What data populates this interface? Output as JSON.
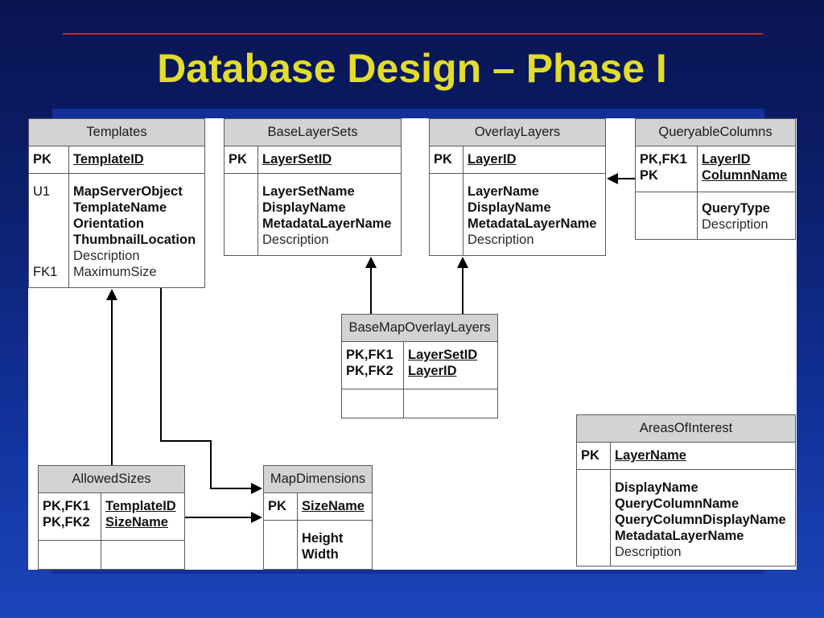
{
  "slide": {
    "title": "Database Design – Phase I"
  },
  "colors": {
    "background_top": "#091451",
    "background_bottom": "#1b45ba",
    "title_text": "#e3dc2c",
    "rule": "#c8281e",
    "diagram_background": "#ffffff",
    "table_header_fill": "#d3d3d3",
    "table_border": "#5a5a5a"
  },
  "tables": {
    "templates": {
      "name": "Templates",
      "keys": [
        {
          "tag": "PK",
          "field": "TemplateID"
        }
      ],
      "attributes": [
        {
          "tag": "U1",
          "field": "MapServerObject"
        },
        {
          "field": "TemplateName"
        },
        {
          "field": "Orientation"
        },
        {
          "field": "ThumbnailLocation"
        },
        {
          "field": "Description"
        },
        {
          "tag": "FK1",
          "field": "MaximumSize"
        }
      ]
    },
    "base_layer_sets": {
      "name": "BaseLayerSets",
      "keys": [
        {
          "tag": "PK",
          "field": "LayerSetID"
        }
      ],
      "attributes": [
        {
          "field": "LayerSetName"
        },
        {
          "field": "DisplayName"
        },
        {
          "field": "MetadataLayerName"
        },
        {
          "field": "Description"
        }
      ]
    },
    "overlay_layers": {
      "name": "OverlayLayers",
      "keys": [
        {
          "tag": "PK",
          "field": "LayerID"
        }
      ],
      "attributes": [
        {
          "field": "LayerName"
        },
        {
          "field": "DisplayName"
        },
        {
          "field": "MetadataLayerName"
        },
        {
          "field": "Description"
        }
      ]
    },
    "queryable_columns": {
      "name": "QueryableColumns",
      "keys": [
        {
          "tag": "PK,FK1",
          "field": "LayerID"
        },
        {
          "tag": "PK",
          "field": "ColumnName"
        }
      ],
      "attributes": [
        {
          "field": "QueryType"
        },
        {
          "field": "Description"
        }
      ]
    },
    "base_map_overlay_layers": {
      "name": "BaseMapOverlayLayers",
      "keys": [
        {
          "tag": "PK,FK1",
          "field": "LayerSetID"
        },
        {
          "tag": "PK,FK2",
          "field": "LayerID"
        }
      ],
      "attributes": []
    },
    "areas_of_interest": {
      "name": "AreasOfInterest",
      "keys": [
        {
          "tag": "PK",
          "field": "LayerName"
        }
      ],
      "attributes": [
        {
          "field": "DisplayName"
        },
        {
          "field": "QueryColumnName"
        },
        {
          "field": "QueryColumnDisplayName"
        },
        {
          "field": "MetadataLayerName"
        },
        {
          "field": "Description"
        }
      ]
    },
    "allowed_sizes": {
      "name": "AllowedSizes",
      "keys": [
        {
          "tag": "PK,FK1",
          "field": "TemplateID"
        },
        {
          "tag": "PK,FK2",
          "field": "SizeName"
        }
      ],
      "attributes": []
    },
    "map_dimensions": {
      "name": "MapDimensions",
      "keys": [
        {
          "tag": "PK",
          "field": "SizeName"
        }
      ],
      "attributes": [
        {
          "field": "Height"
        },
        {
          "field": "Width"
        }
      ]
    }
  }
}
